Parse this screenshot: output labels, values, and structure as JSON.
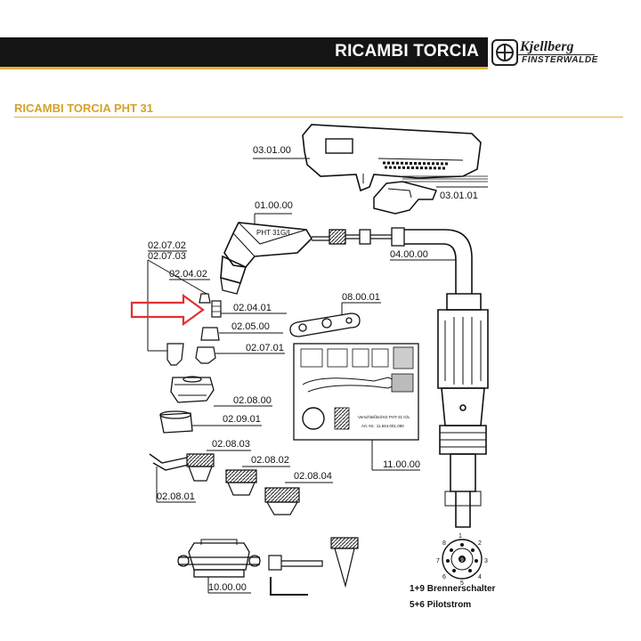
{
  "header": {
    "title": "RICAMBI TORCIA",
    "brand_name": "Kjellberg",
    "brand_sub": "FINSTERWALDE"
  },
  "section_title": "RICAMBI TORCIA PHT 31",
  "torch_head_marking": "PHT 31G/L",
  "parts": {
    "p03_01_00": "03.01.00",
    "p03_01_01": "03.01.01",
    "p01_00_00": "01.00.00",
    "p04_00_00": "04.00.00",
    "p02_07_02": "02.07.02",
    "p02_07_03": "02.07.03",
    "p02_04_02": "02.04.02",
    "p02_04_01": "02.04.01",
    "p02_05_00": "02.05.00",
    "p02_07_01": "02.07.01",
    "p08_00_01": "08.00.01",
    "p02_08_00": "02.08.00",
    "p02_09_01": "02.09.01",
    "p02_08_03": "02.08.03",
    "p02_08_02": "02.08.02",
    "p02_08_04": "02.08.04",
    "p02_08_01": "02.08.01",
    "p11_00_00": "11.00.00",
    "p10_00_00": "10.00.00"
  },
  "kit_card": {
    "kit_title": "Verschleißteil-Kit PHT-31 G/L",
    "art_no": "Art.-Nr.: 11.844.001.090"
  },
  "plug_pins": [
    "1",
    "2",
    "3",
    "4",
    "5",
    "6",
    "7",
    "8",
    "9"
  ],
  "legend": {
    "line1": "1+9 Brennerschalter",
    "line2": "5+6 Pilotstrom"
  },
  "colors": {
    "header_bg": "#141414",
    "accent_gold": "#d4a22b",
    "arrow_red": "#e23030"
  }
}
